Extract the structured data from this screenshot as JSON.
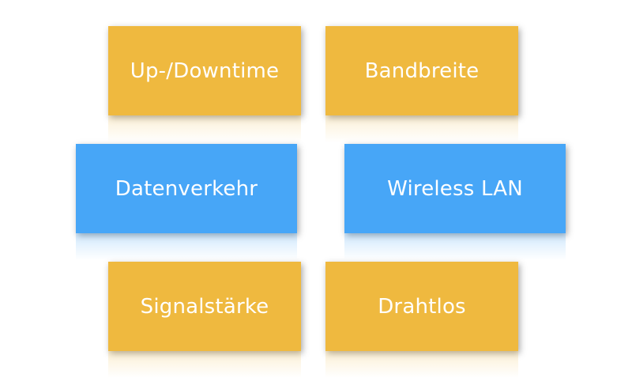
{
  "tiles": [
    {
      "label": "Up-/Downtime",
      "color": "#efb93f"
    },
    {
      "label": "Bandbreite",
      "color": "#efb93f"
    },
    {
      "label": "Datenverkehr",
      "color": "#47a6f7"
    },
    {
      "label": "Wireless LAN",
      "color": "#47a6f7"
    },
    {
      "label": "Signalstärke",
      "color": "#efb93f"
    },
    {
      "label": "Drahtlos",
      "color": "#efb93f"
    }
  ]
}
